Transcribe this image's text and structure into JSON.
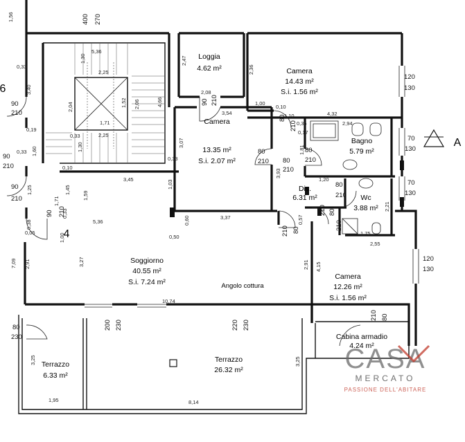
{
  "rooms": [
    {
      "id": "loggia",
      "name": "Loggia",
      "area": "4.62 m²"
    },
    {
      "id": "camera-ne",
      "name": "Camera",
      "area": "14.43 m²",
      "si": "S.i.  1.56 m²"
    },
    {
      "id": "camera-center",
      "name": "Camera",
      "area": "13.35 m²",
      "si": "S.i.  2.07 m²"
    },
    {
      "id": "bagno",
      "name": "Bagno",
      "area": "5.79 m²"
    },
    {
      "id": "dis",
      "name": "Dis.",
      "area": "6.31 m²"
    },
    {
      "id": "wc",
      "name": "Wc",
      "area": "3.88 m²"
    },
    {
      "id": "soggiorno",
      "name": "Soggiorno",
      "area": "40.55 m²",
      "si": "S.i.  7.24 m²"
    },
    {
      "id": "camera-se",
      "name": "Camera",
      "area": "12.26 m²",
      "si": "S.i.  1.56 m²"
    },
    {
      "id": "cabina",
      "name": "Cabina armadio",
      "area": "4.24 m²"
    },
    {
      "id": "terrazzo-w",
      "name": "Terrazzo",
      "area": "6.33 m²"
    },
    {
      "id": "terrazzo-s",
      "name": "Terrazzo",
      "area": "26.32 m²"
    }
  ],
  "labels": {
    "angolo": "Angolo cottura",
    "unit4": "4",
    "unit6": "6",
    "section": "A"
  },
  "dims": {
    "d400": "400",
    "d270": "270",
    "d156": "1,56",
    "d536": "5,36",
    "d130a": "1,30",
    "d225a": "2,25",
    "d033a": "0,33",
    "d340": "3,40",
    "d204": "2,04",
    "d171": "1,71",
    "d152": "1,52",
    "d206": "2,06",
    "d466": "4,66",
    "d033b": "0,33",
    "d130b": "1,30",
    "d225b": "2,25",
    "d033c": "0,33",
    "d010": "0,10",
    "d345": "3,45",
    "d019": "0,19",
    "d033d": "0,33",
    "d160": "1,60",
    "d125": "1,25",
    "d145": "1,45",
    "d159": "1,59",
    "d171b": "1,71",
    "d033e": "0,33",
    "d536b": "5,36",
    "d038": "0,38",
    "d005": "0,05",
    "d709": "7,09",
    "d291a": "2,91",
    "d327": "3,27",
    "d1074": "10,74",
    "d050": "0,50",
    "d060": "0,60",
    "d337": "3,37",
    "d103": "1,03",
    "d247": "2,47",
    "d208": "2,08",
    "d354": "3,54",
    "d236": "2,36",
    "d100": "1,00",
    "d307": "3,07",
    "d393": "3,93",
    "d010b": "0,10",
    "d432": "4,32",
    "d294": "2,94",
    "d036": "0,36",
    "d017": "0,17",
    "d110": "1,10",
    "d181": "1,81",
    "d120a": "1,20",
    "d221": "2,21",
    "d175": "1,75",
    "d255": "2,55",
    "d057": "0,57",
    "d291b": "2,91",
    "d415": "4,15",
    "d325a": "3,25",
    "d195": "1,95",
    "d814": "8,14",
    "d325b": "3,25",
    "d100b": "1,00",
    "w90a": "90",
    "w210a": "210",
    "w90b": "90",
    "w210b": "210",
    "w90c": "90",
    "w210c": "210",
    "w80a": "80",
    "w210d": "210",
    "w80b": "80",
    "w210e": "210",
    "w80c": "80",
    "w210f": "210",
    "w80d": "80",
    "w210g": "210",
    "w80e": "80",
    "w210h": "210",
    "w90d": "90",
    "w210i": "210",
    "w210j": "210",
    "w80f": "80",
    "w210k": "210",
    "w80g": "80",
    "w230": "230",
    "w200": "200",
    "w230b": "230",
    "w220": "220",
    "w230c": "230",
    "w120a": "120",
    "w130a": "130",
    "w70a": "70",
    "w130b": "130",
    "w70b": "70",
    "w130c": "130",
    "w120b": "120",
    "w130d": "130",
    "w210l": "210",
    "w80h": "80",
    "w90e": "90",
    "w210m": "210",
    "w80i": "80",
    "w210n": "210"
  },
  "logo": {
    "line1": "CASA",
    "line2": "MERCATO",
    "tagline": "PASSIONE DELL'ABITARE",
    "color_dark": "#4a4a4a",
    "color_accent": "#c0392b"
  }
}
